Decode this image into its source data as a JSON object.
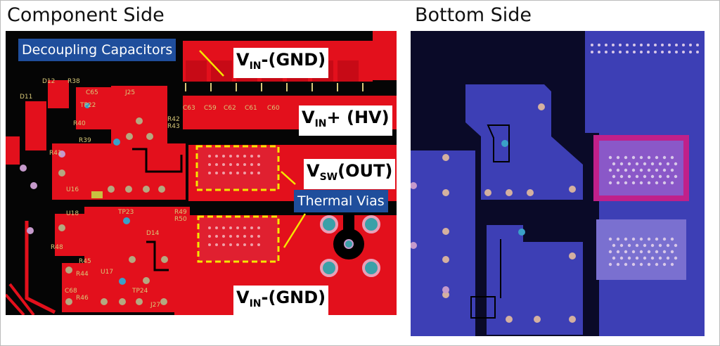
{
  "panels": {
    "left": {
      "title": "Component Side"
    },
    "right": {
      "title": "Bottom Side"
    }
  },
  "annotations": {
    "decoupling": "Decoupling Capacitors",
    "thermal_vias": "Thermal Vias",
    "vin_gnd_top": {
      "main": "V",
      "sub": "IN",
      "rest": "-(GND)"
    },
    "vin_hv": {
      "main": "V",
      "sub": "IN",
      "rest": "+ (HV)"
    },
    "vsw_out": {
      "main": "V",
      "sub": "SW",
      "rest": "(OUT)"
    },
    "vin_gnd_bottom": {
      "main": "V",
      "sub": "IN",
      "rest": "-(GND)"
    }
  },
  "designators": [
    "D12",
    "R38",
    "D11",
    "C65",
    "J25",
    "TP22",
    "R40",
    "R39",
    "R41",
    "R42",
    "R43",
    "U16",
    "C63",
    "C59",
    "C62",
    "C61",
    "C60",
    "U18",
    "TP23",
    "R49",
    "R50",
    "D14",
    "R48",
    "R45",
    "R44",
    "U17",
    "C68",
    "R46",
    "TP24",
    "J27"
  ],
  "colors": {
    "copper_top": "#e3101c",
    "board_bg": "#050505",
    "copper_bottom": "#3d3fb5",
    "silkscreen": "#d8c878",
    "callout": "#f5e600",
    "label_blue": "#1f4e9c",
    "via": "#3aa0a8",
    "highlight_pad": "#c0208a"
  }
}
